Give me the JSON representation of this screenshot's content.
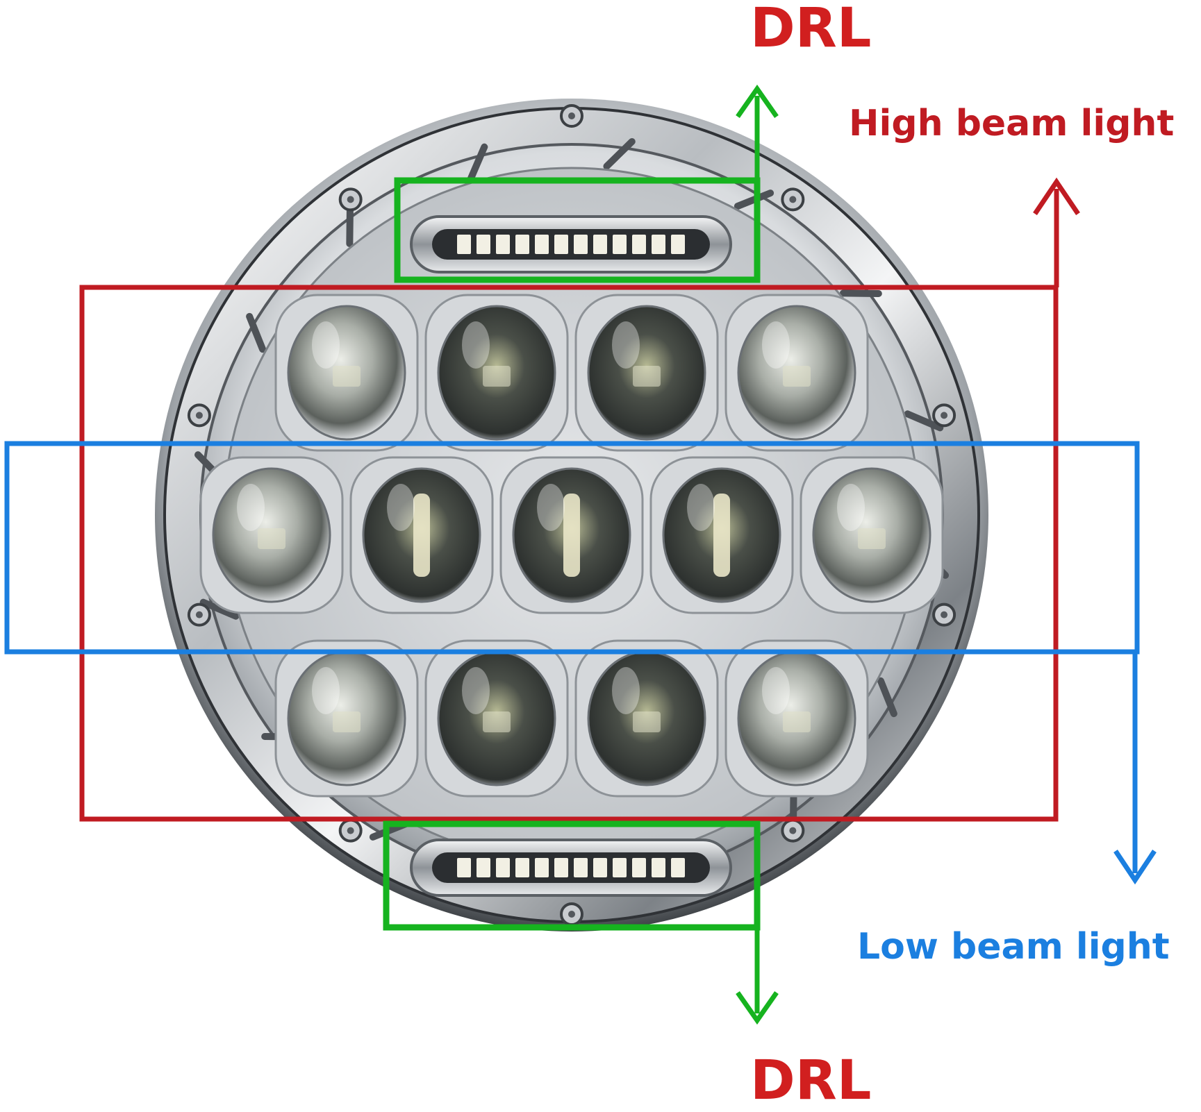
{
  "labels": {
    "drl_top": "DRL",
    "drl_bottom": "DRL",
    "high_beam": "High beam light",
    "low_beam": "Low beam light"
  },
  "colors": {
    "drl_text": "#d11f1f",
    "drl_box": "#16b31f",
    "high_beam": "#c01b22",
    "low_beam": "#1b7fe0",
    "chrome_dark": "#6d7176",
    "chrome_light": "#eef0f2",
    "led_chip": "#f2f0e4"
  },
  "headlamp": {
    "led_rows": [
      4,
      5,
      4
    ],
    "drl_led_count": 12,
    "screw_count": 10
  }
}
